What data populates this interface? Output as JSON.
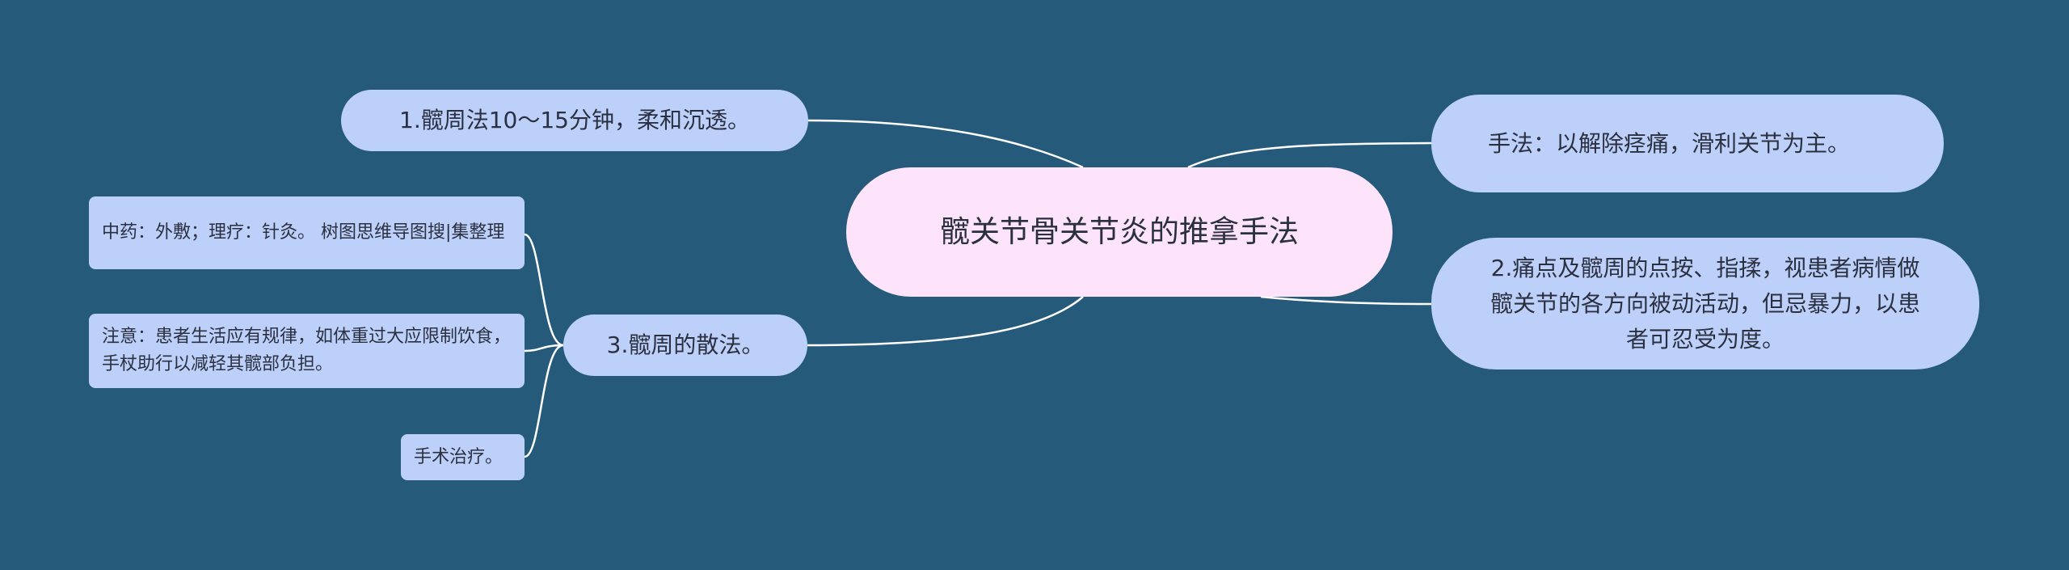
{
  "center": {
    "text": "髋关节骨关节炎的推拿手法"
  },
  "branches": {
    "left1": "1.髋周法10～15分钟，柔和沉透。",
    "left2": "3.髋周的散法。",
    "right1": "手法：以解除痉痛，滑利关节为主。",
    "right2": "2.痛点及髋周的点按、指揉，视患者病情做髋关节的各方向被动活动，但忌暴力，以患者可忍受为度。"
  },
  "leaves": [
    "中药：外敷；理疗：针灸。 树图思维导图搜|集整理",
    "注意：患者生活应有规律，如体重过大应限制饮食，手杖助行以减轻其髋部负担。",
    "手术治疗。"
  ],
  "colors": {
    "background": "#255a7b",
    "center_fill": "#fde4fb",
    "node_fill": "#bcd0fa",
    "connector": "#ffffff"
  }
}
